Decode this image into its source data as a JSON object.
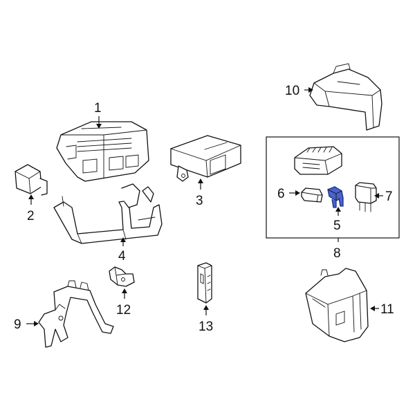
{
  "diagram": {
    "callouts": [
      "1",
      "2",
      "3",
      "4",
      "5",
      "6",
      "7",
      "8",
      "9",
      "10",
      "11",
      "12",
      "13"
    ]
  },
  "colors": {
    "line": "#111111",
    "background": "#ffffff",
    "highlight_fill": "#4a63c9",
    "highlight_stroke": "#1b2f8a"
  }
}
